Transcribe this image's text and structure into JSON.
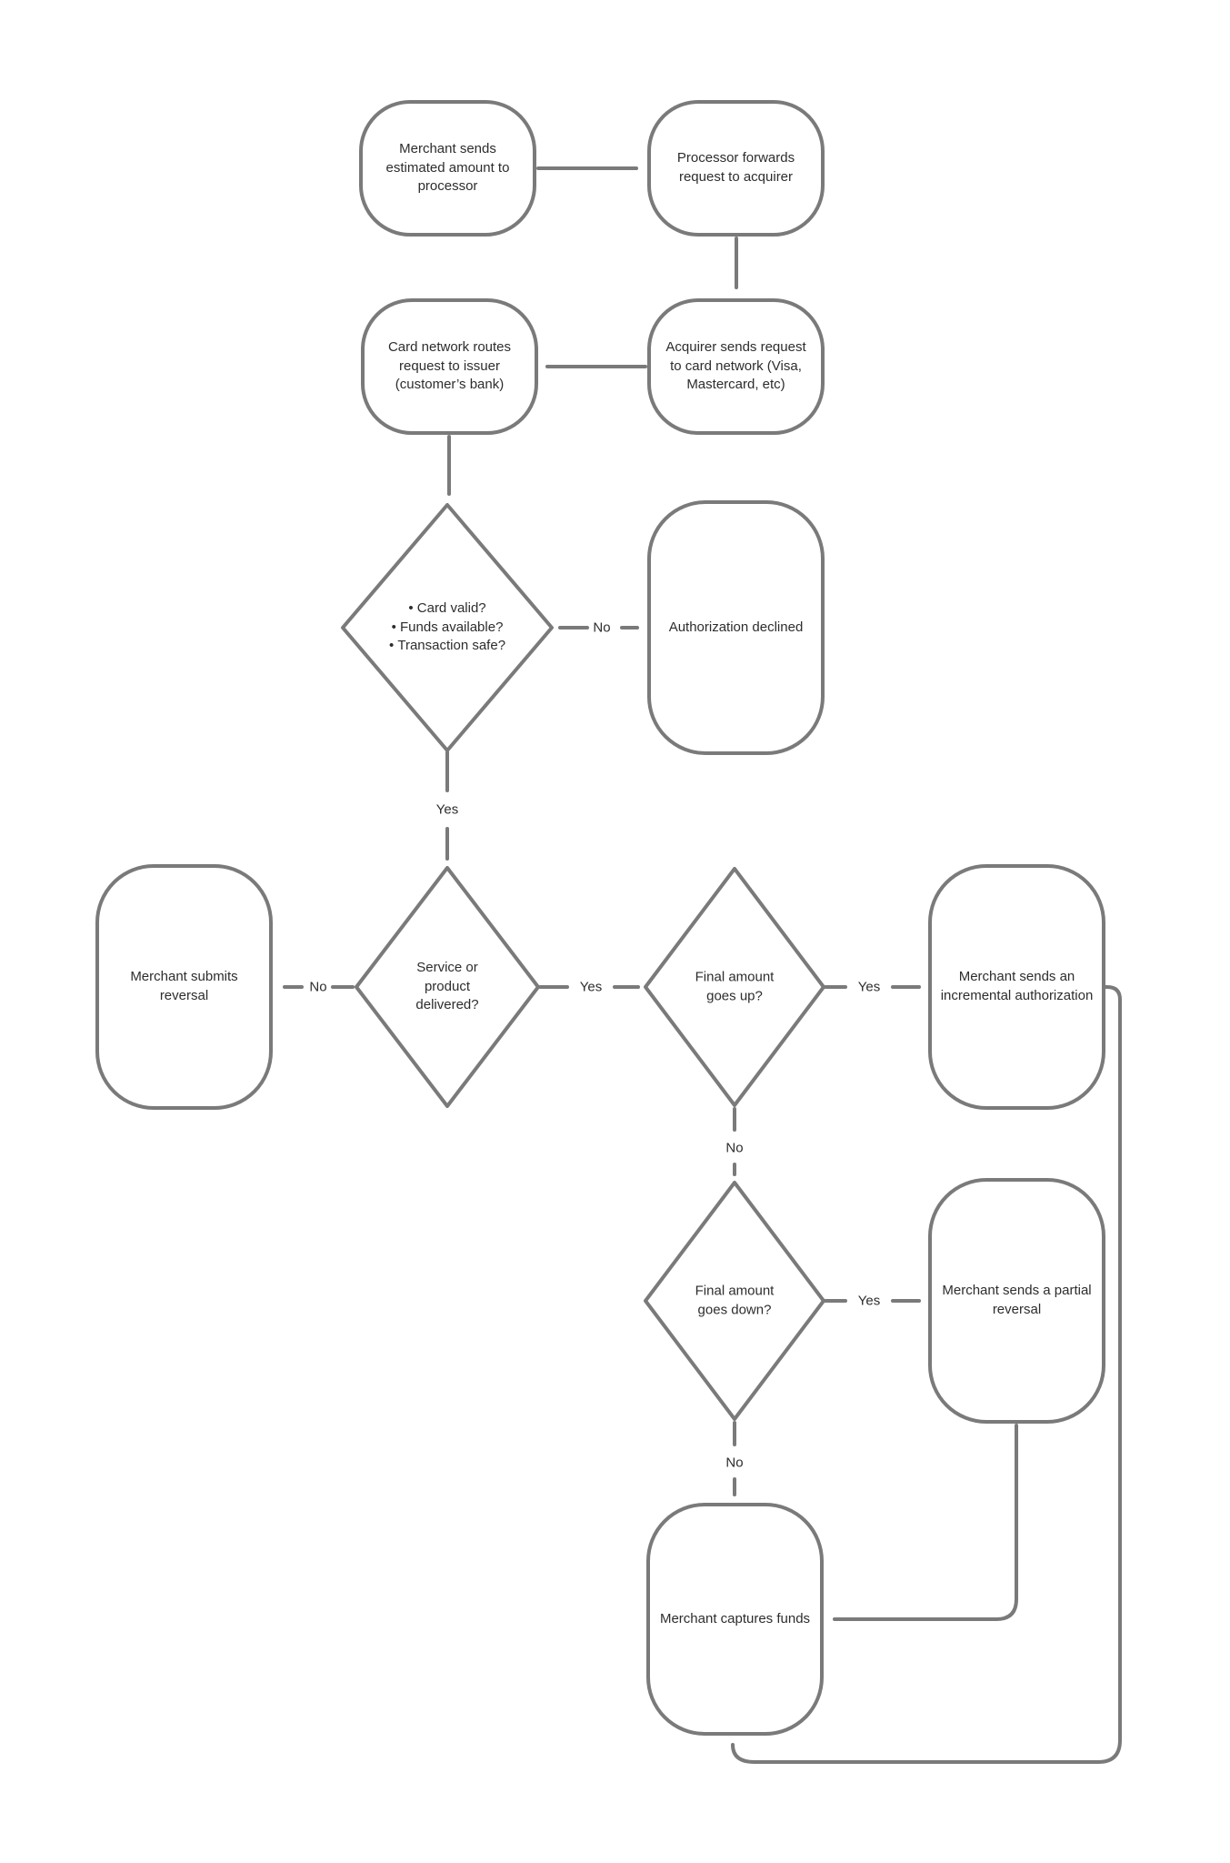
{
  "colors": {
    "line": "#7a7a7a",
    "node_border": "#7a7a7a",
    "text": "#2d2d2d",
    "background": "#ffffff"
  },
  "nodes": {
    "merchant_sends_estimate": {
      "label": "Merchant sends estimated amount to processor"
    },
    "processor_forwards": {
      "label": "Processor forwards request to acquirer"
    },
    "card_network_routes": {
      "label": "Card network routes request to issuer (customer’s bank)"
    },
    "acquirer_sends_request": {
      "label": "Acquirer sends request to card network (Visa, Mastercard, etc)"
    },
    "authorization_declined": {
      "label": "Authorization declined"
    },
    "merchant_submits_reversal": {
      "label": "Merchant submits reversal"
    },
    "incremental_authorization": {
      "label": "Merchant sends an incremental authorization"
    },
    "partial_reversal": {
      "label": "Merchant sends a partial reversal"
    },
    "merchant_captures_funds": {
      "label": "Merchant captures funds"
    }
  },
  "decisions": {
    "card_checks": {
      "bullets": [
        "Card valid?",
        "Funds available?",
        "Transaction safe?"
      ]
    },
    "service_delivered": {
      "label": "Service or product delivered?"
    },
    "final_amount_up": {
      "label": "Final amount goes up?"
    },
    "final_amount_down": {
      "label": "Final amount goes down?"
    }
  },
  "edge_labels": {
    "card_checks_no": "No",
    "card_checks_yes": "Yes",
    "service_delivered_no": "No",
    "service_delivered_yes": "Yes",
    "final_amount_up_yes": "Yes",
    "final_amount_up_no": "No",
    "final_amount_down_yes": "Yes",
    "final_amount_down_no": "No"
  }
}
